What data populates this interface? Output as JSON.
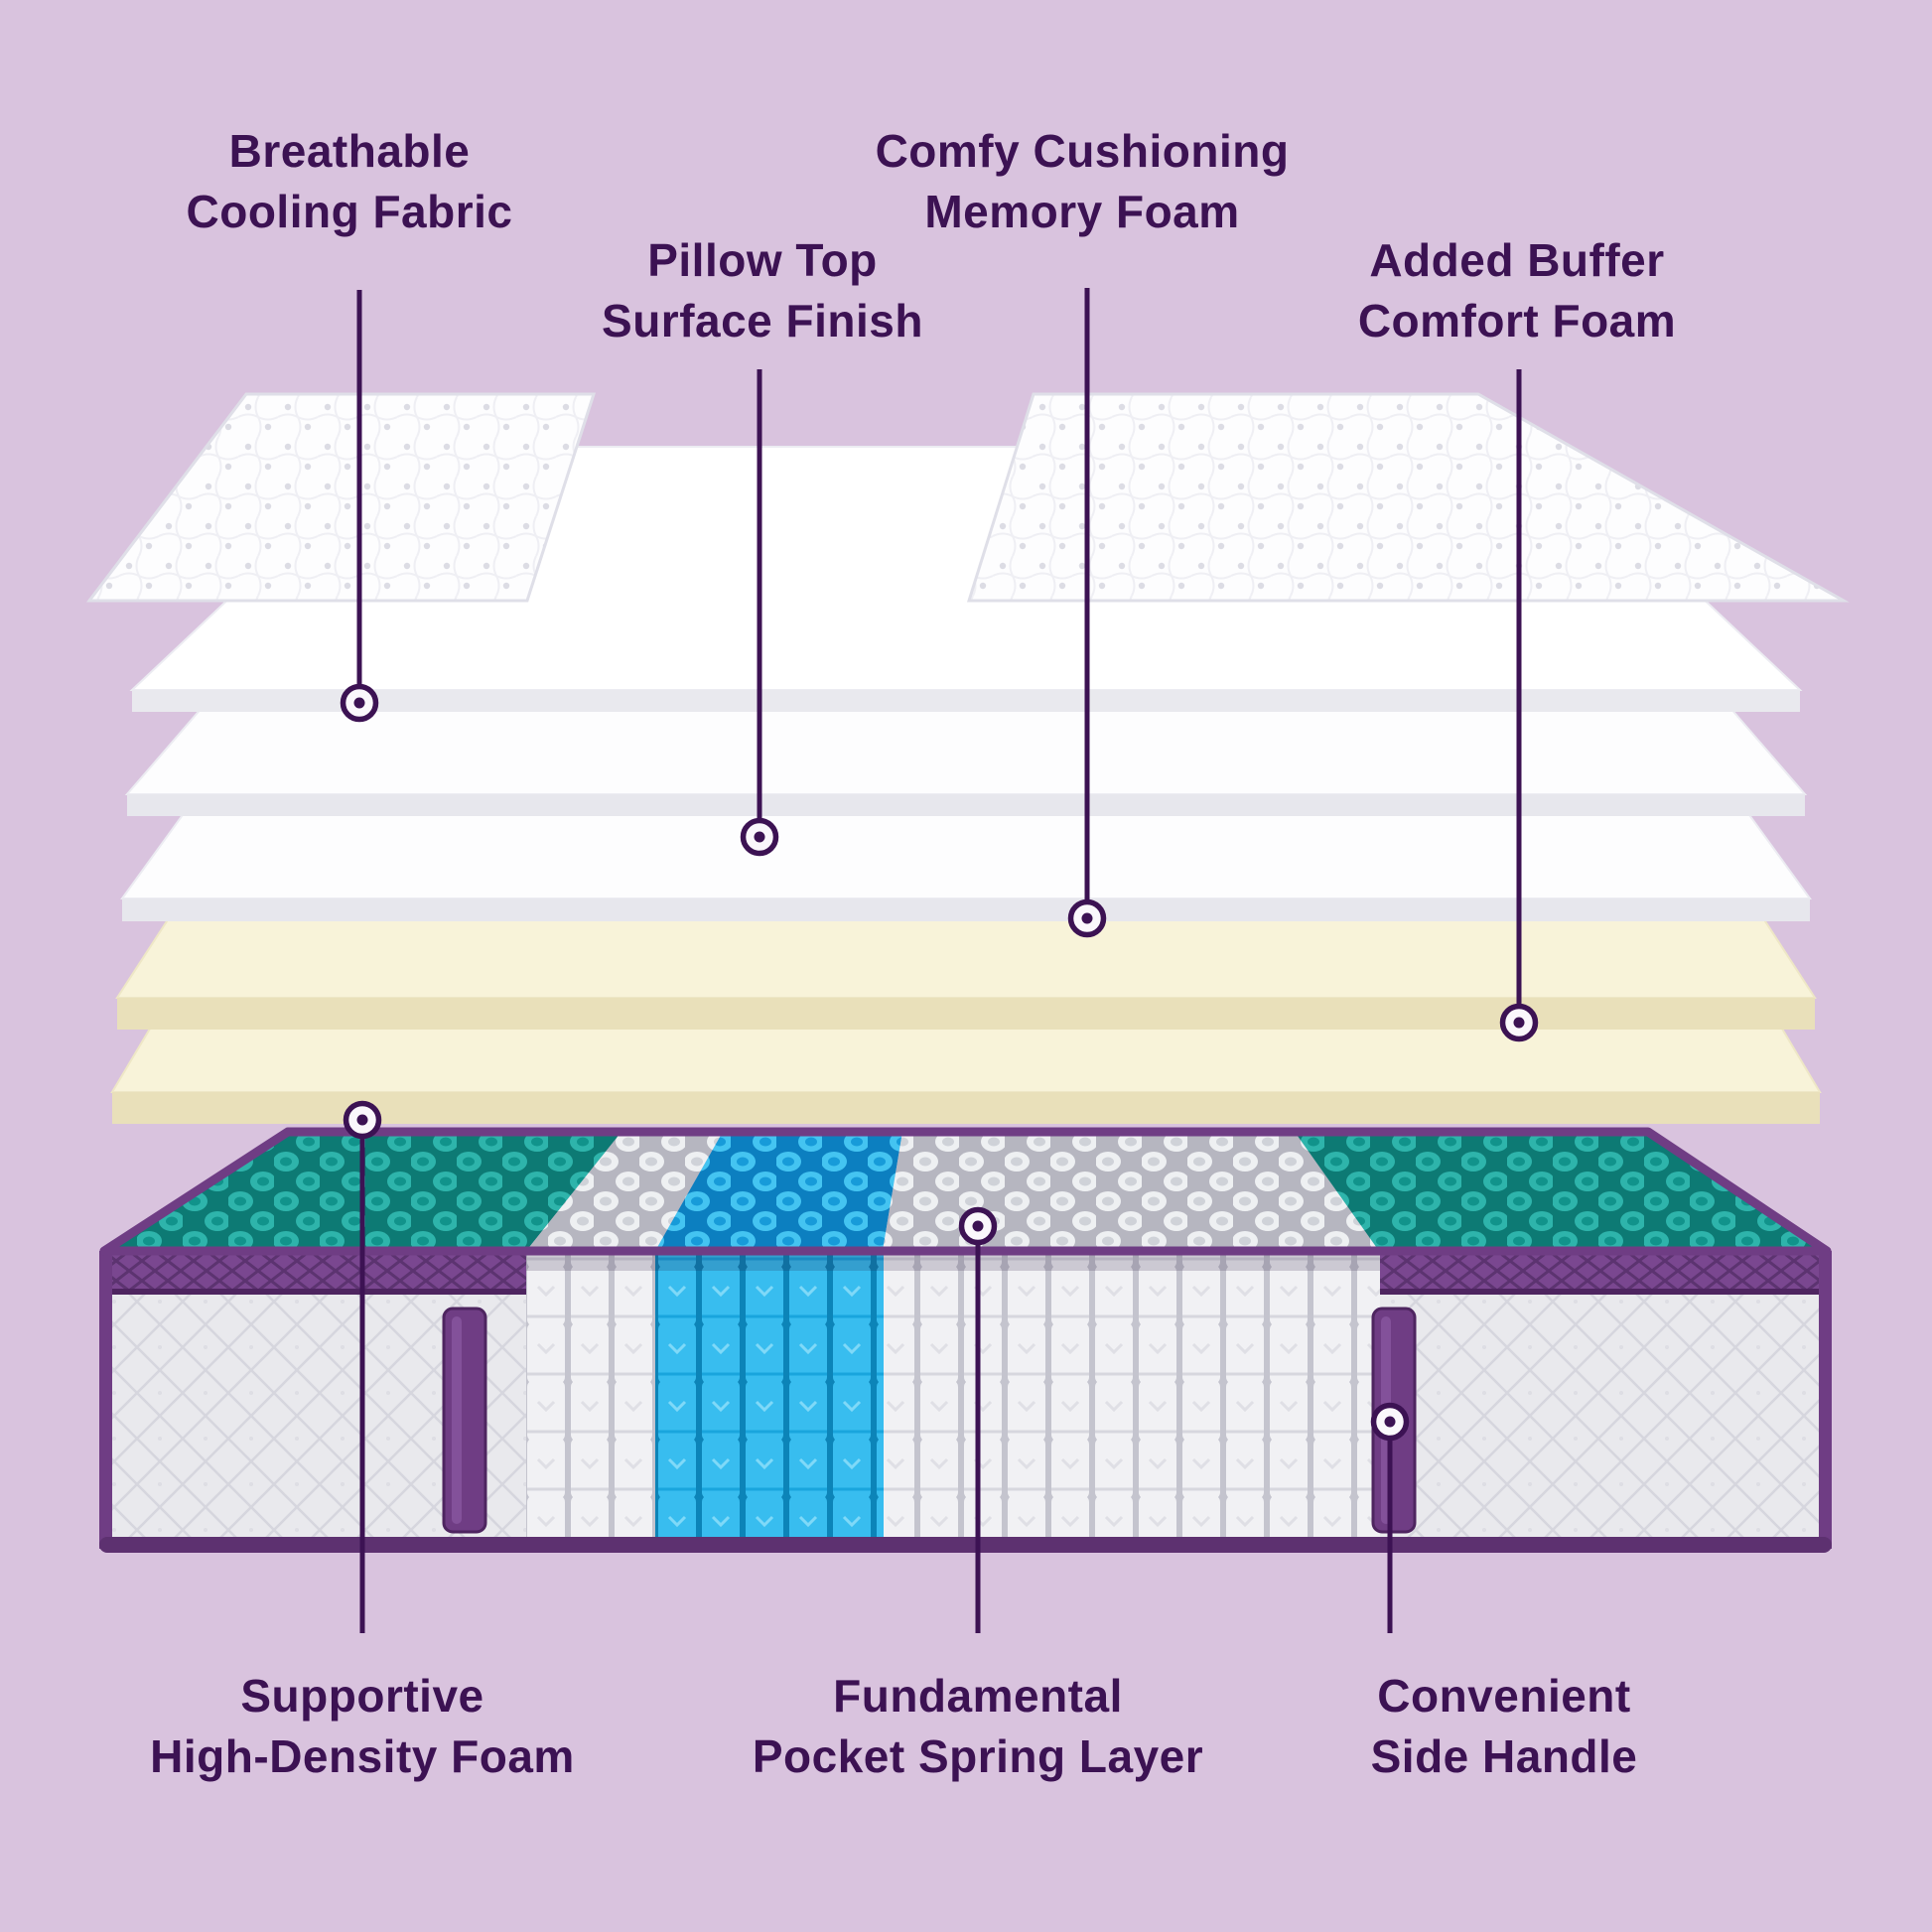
{
  "colors": {
    "bg": "#d9c3de",
    "accent": "#3c1253"
  },
  "palette": {
    "layer_white": "#ffffff",
    "foam_cream": "#f8f3d9",
    "coil_teal": "#2eb4ab",
    "coil_blue": "#44c4f1",
    "side_fabric_gray": "#e9e9ed",
    "trim_purple": "#7a4790"
  },
  "diagram": {
    "subject": "mattress-exploded-layers",
    "layers": [
      {
        "name": "quilted cooling fabric cover",
        "color": "#ffffff"
      },
      {
        "name": "pillow top sheet",
        "color": "#ffffff"
      },
      {
        "name": "memory foam sheet",
        "color": "#ffffff"
      },
      {
        "name": "buffer comfort foam",
        "color": "#f8f3d9"
      },
      {
        "name": "high-density foam",
        "color": "#f8f3d9"
      },
      {
        "name": "pocket spring base with side handles",
        "color": "#2eb4ab"
      }
    ]
  },
  "callouts": [
    {
      "id": "breathable-cooling-fabric",
      "line1": "Breathable",
      "line2": "Cooling Fabric"
    },
    {
      "id": "pillow-top-surface-finish",
      "line1": "Pillow Top",
      "line2": "Surface Finish"
    },
    {
      "id": "memory-foam",
      "line1": "Comfy Cushioning",
      "line2": "Memory Foam"
    },
    {
      "id": "comfort-foam",
      "line1": "Added Buffer",
      "line2": "Comfort Foam"
    },
    {
      "id": "high-density-foam",
      "line1": "Supportive",
      "line2": "High-Density Foam"
    },
    {
      "id": "pocket-spring-layer",
      "line1": "Fundamental",
      "line2": "Pocket Spring Layer"
    },
    {
      "id": "side-handle",
      "line1": "Convenient",
      "line2": "Side Handle"
    }
  ]
}
